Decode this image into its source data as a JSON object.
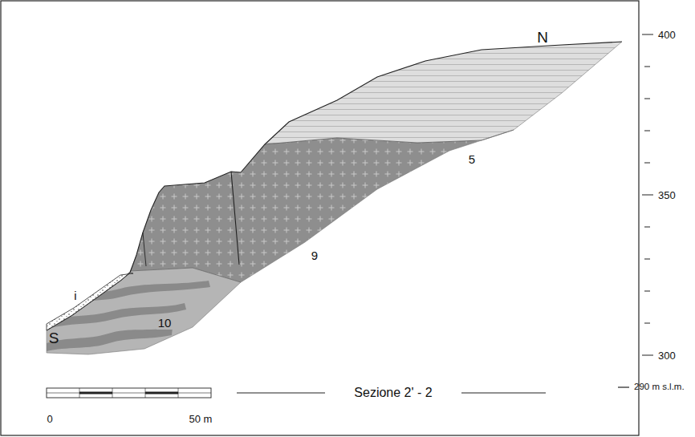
{
  "diagram": {
    "title": "Sezione 2' - 2",
    "labels": [
      "N",
      "S",
      "5",
      "9",
      "10",
      "i",
      "400",
      "350",
      "300",
      "290 m s.l.m.",
      "0",
      "50 m"
    ]
  }
}
